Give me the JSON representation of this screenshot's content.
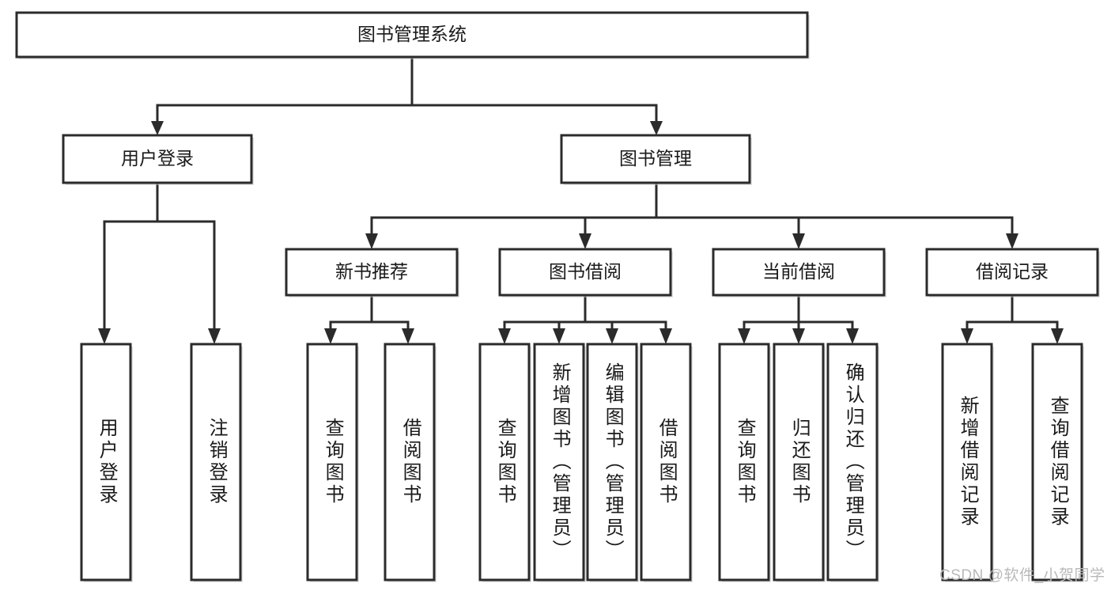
{
  "diagram": {
    "title": "图书管理系统",
    "type": "tree-hierarchy",
    "watermark": "CSDN @软件_小贺同学",
    "colors": {
      "stroke": "#2b2b2b",
      "fill": "#ffffff",
      "text": "#1a1a1a",
      "background": "#ffffff",
      "watermark": "#b9b9b9"
    },
    "levels": {
      "root": {
        "label": "图书管理系统"
      },
      "level2": [
        {
          "label": "用户登录"
        },
        {
          "label": "图书管理"
        }
      ],
      "level3": [
        {
          "label": "新书推荐"
        },
        {
          "label": "图书借阅"
        },
        {
          "label": "当前借阅"
        },
        {
          "label": "借阅记录"
        }
      ],
      "leaves": [
        {
          "label": "用户登录",
          "parent": "用户登录"
        },
        {
          "label": "注销登录",
          "parent": "用户登录"
        },
        {
          "label": "查询图书",
          "parent": "新书推荐"
        },
        {
          "label": "借阅图书",
          "parent": "新书推荐"
        },
        {
          "label": "查询图书",
          "parent": "图书借阅"
        },
        {
          "label": "新增图书（管理员）",
          "parent": "图书借阅"
        },
        {
          "label": "编辑图书（管理员）",
          "parent": "图书借阅"
        },
        {
          "label": "借阅图书",
          "parent": "图书借阅"
        },
        {
          "label": "查询图书",
          "parent": "当前借阅"
        },
        {
          "label": "归还图书",
          "parent": "当前借阅"
        },
        {
          "label": "确认归还（管理员）",
          "parent": "当前借阅"
        },
        {
          "label": "新增借阅记录",
          "parent": "借阅记录"
        },
        {
          "label": "查询借阅记录",
          "parent": "借阅记录"
        }
      ]
    }
  }
}
